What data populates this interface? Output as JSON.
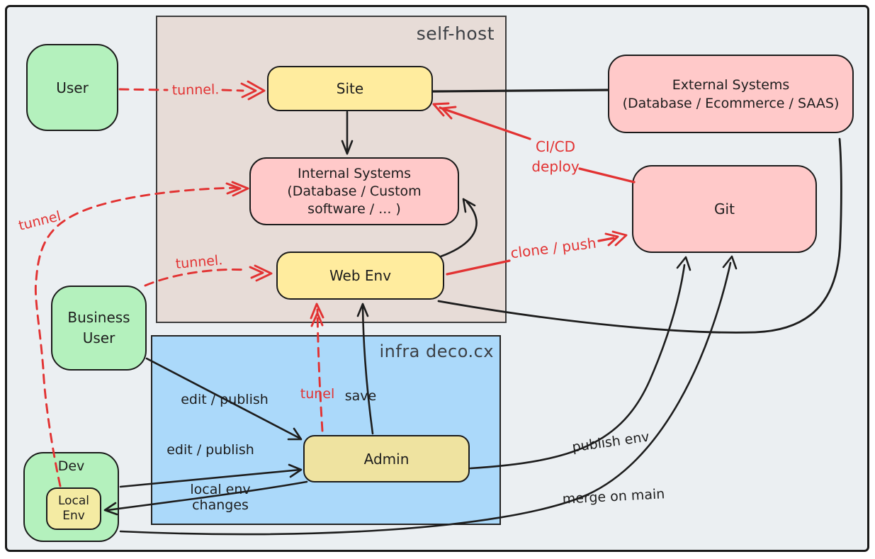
{
  "diagram": {
    "colors": {
      "background": "#ebeff2",
      "stroke_black": "#1d1d1d",
      "accent_red": "#e23232",
      "green": "#b4f1bd",
      "yellow": "#ffec9e",
      "pink": "#ffc9c9",
      "container_tan": "#e7dcd7",
      "container_blue": "#abd9fa"
    },
    "containers": {
      "self_host": {
        "label": "self-host",
        "fill": "#e7dcd7"
      },
      "infra": {
        "label": "infra deco.cx",
        "fill": "#abd9fa"
      }
    },
    "nodes": {
      "user": {
        "label": "User",
        "fill": "#b4f1bd"
      },
      "site": {
        "label": "Site",
        "fill": "#ffec9e"
      },
      "external_systems": {
        "line1": "External Systems",
        "line2": "(Database / Ecommerce / SAAS)",
        "fill": "#ffc9c9"
      },
      "internal_systems": {
        "line1": "Internal Systems",
        "line2": "(Database / Custom",
        "line3": "software / ... )",
        "fill": "#ffc9c9"
      },
      "web_env": {
        "label": "Web Env",
        "fill": "#ffec9e"
      },
      "git": {
        "label": "Git",
        "fill": "#ffc9c9"
      },
      "business_user": {
        "line1": "Business",
        "line2": "User",
        "fill": "#b4f1bd"
      },
      "admin": {
        "label": "Admin",
        "fill": "#efe3a0"
      },
      "dev": {
        "label": "Dev",
        "fill": "#b4f1bd"
      },
      "local_env": {
        "line1": "Local",
        "line2": "Env",
        "fill": "#f4eba3"
      }
    },
    "edge_labels": {
      "tunnel_user": "tunnel.",
      "tunnel_dev": "tunnel",
      "tunnel_business": "tunnel.",
      "tunel_admin": "tunel",
      "cicd_line1": "CI/CD",
      "cicd_line2": "deploy",
      "clone_push": "clone / push",
      "save": "save",
      "edit_publish_top": "edit / publish",
      "edit_publish_bottom": "edit / publish",
      "local_env_changes_line1": "local env",
      "local_env_changes_line2": "changes",
      "publish_env": "publish env",
      "merge_on_main": "merge on main"
    }
  }
}
